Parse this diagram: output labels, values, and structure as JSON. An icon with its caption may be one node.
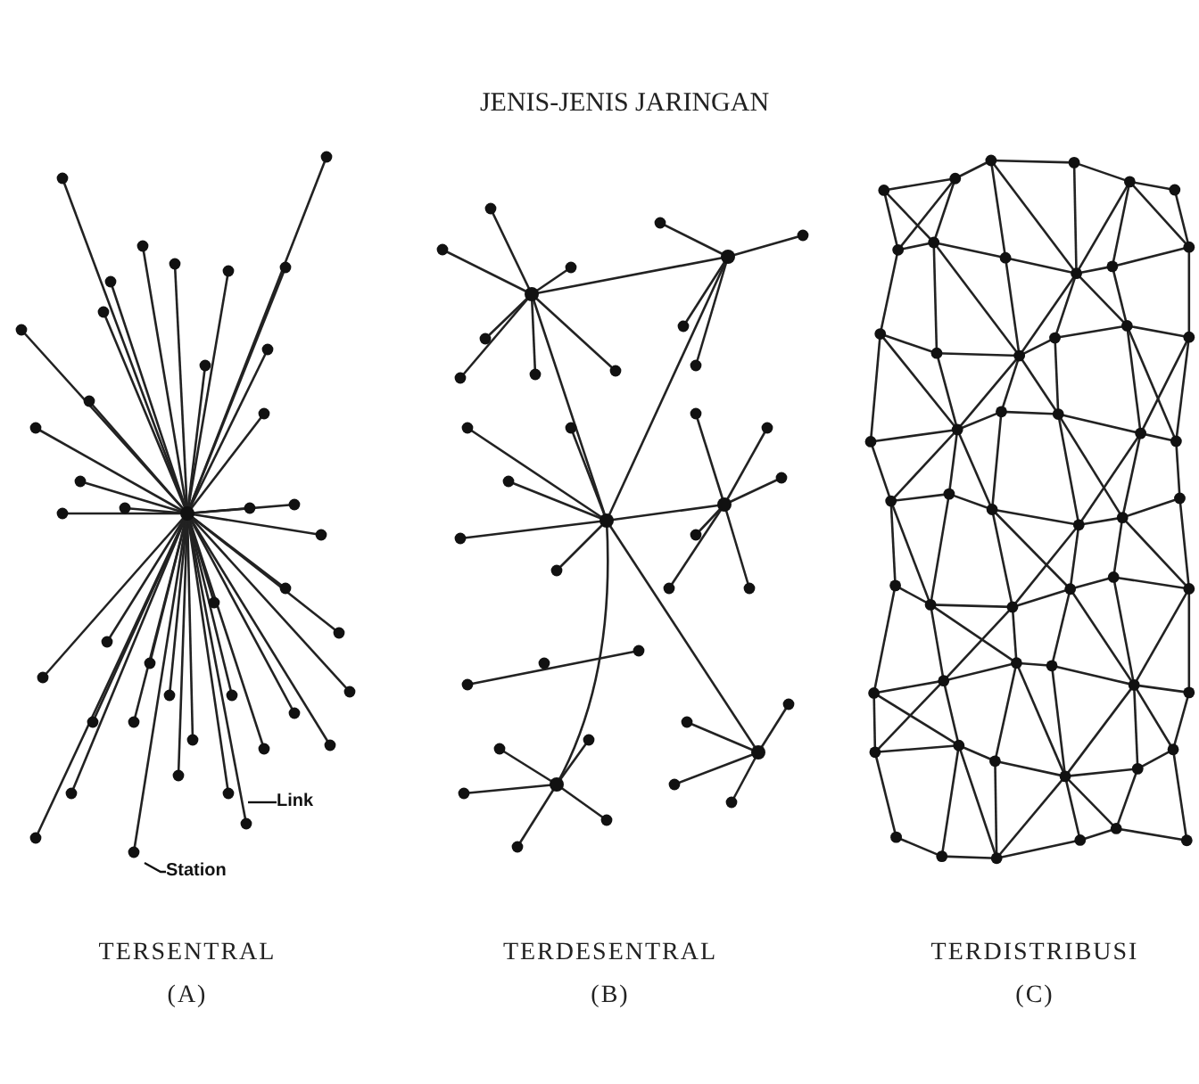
{
  "diagram": {
    "title": "JENIS-JENIS JARINGAN",
    "nodes": [
      {
        "text": [
          "Link"
        ]
      },
      {
        "text": [
          "Station"
        ]
      }
    ],
    "edges": [
      {
        "from": 0,
        "to": null,
        "arrow": "none"
      },
      {
        "from": 1,
        "to": null,
        "arrow": "none"
      }
    ],
    "labels": [
      "TERSENTRAL",
      "(A)",
      "TERDESENTRAL",
      "(B)",
      "TERDISTRIBUSI",
      "(C)"
    ]
  }
}
